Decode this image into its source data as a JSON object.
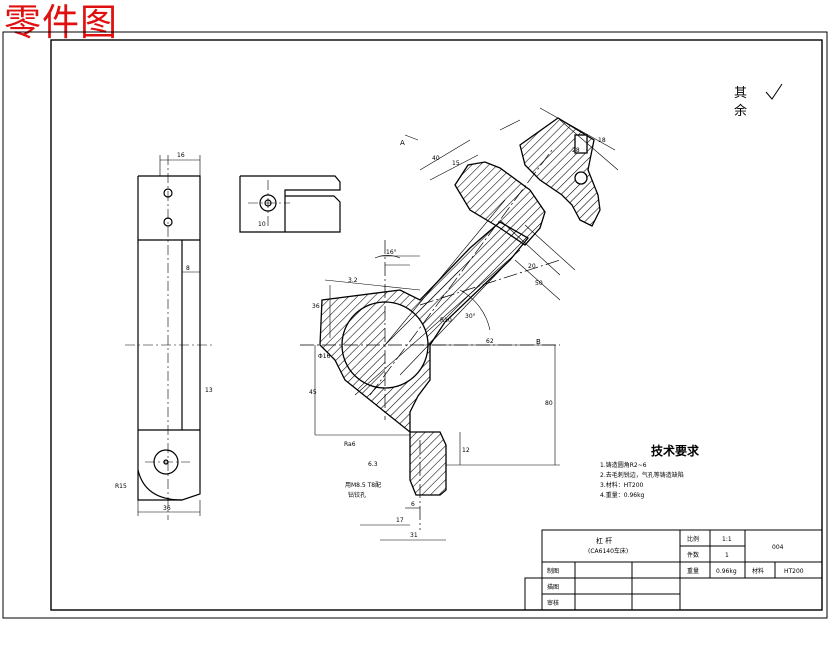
{
  "watermark": "零件图",
  "surface_note": {
    "line1": "其",
    "line2": "余"
  },
  "tech_requirements": {
    "title": "技术要求",
    "items": [
      "1.铸造圆角R2~6",
      "2.去毛刺锐边，气孔等铸造缺陷",
      "3.材料：HT200",
      "4.重量：0.96kg"
    ]
  },
  "dimensions": {
    "top_width": "16",
    "left_width": "36",
    "small_w": "10",
    "right_8": "8",
    "radius_left": "R15",
    "dim_45": "45",
    "dim_12": "12",
    "dim_80": "80",
    "dim_17": "17",
    "dim_31": "31",
    "dim_6": "6",
    "dim_6_3": "6.3",
    "dim_16": "16°",
    "dim_r10": "R10",
    "dim_30": "30°",
    "dim_62": "62",
    "dim_15": "15",
    "dim_40": "40",
    "dim_50": "50",
    "dim_20": "20",
    "dim_3_2": "3.2",
    "dim_36": "36",
    "dim_13": "13",
    "dim_rz": "Ra6",
    "dim_phi": "Φ16",
    "dim_18": "18",
    "dim_28": "28",
    "label_b": "B",
    "label_a": "A",
    "label_bolt": "用M8.5 T8配",
    "label_bolt2": "钻铰孔"
  },
  "title_block": {
    "part_name": "杠 杆",
    "part_sub": "(CA6140车床)",
    "scale_label": "比例",
    "scale_value": "1:1",
    "qty_label": "件数",
    "qty_value": "1",
    "drawing_no": "004",
    "weight_label": "重量",
    "weight_value": "0.96kg",
    "material_label": "材料",
    "material_value": "HT200",
    "drawn_label": "制图",
    "check_label": "描图",
    "review_label": "审核"
  }
}
